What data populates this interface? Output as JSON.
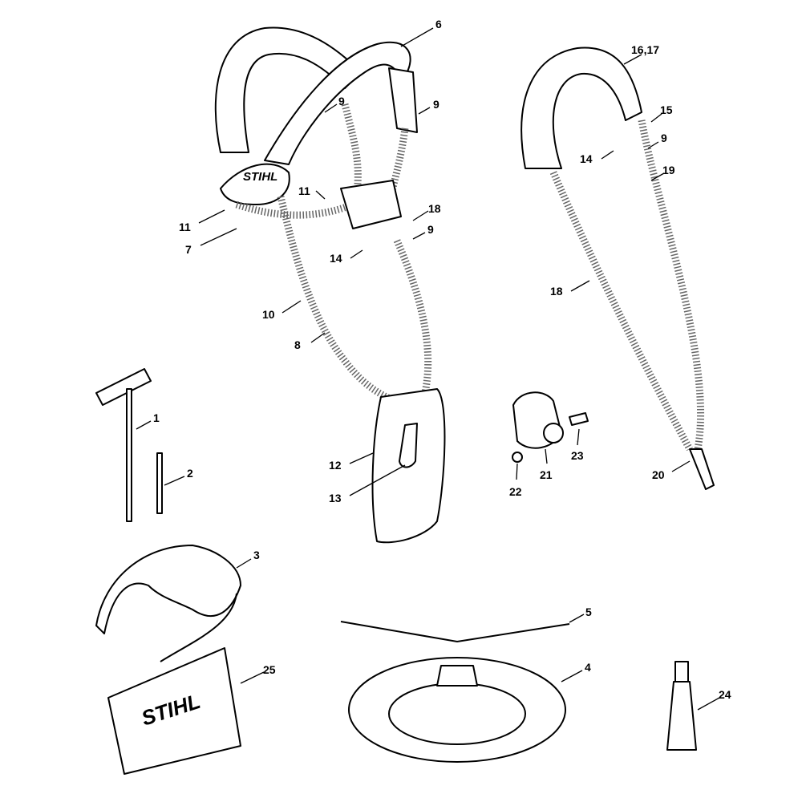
{
  "diagram": {
    "logo_text": "STIHL",
    "callouts": [
      {
        "id": "c6",
        "label": "6"
      },
      {
        "id": "c16",
        "label": "16,17"
      },
      {
        "id": "c9a",
        "label": "9"
      },
      {
        "id": "c9b",
        "label": "9"
      },
      {
        "id": "c15",
        "label": "15"
      },
      {
        "id": "c9c",
        "label": "9"
      },
      {
        "id": "c14a",
        "label": "14"
      },
      {
        "id": "c19",
        "label": "19"
      },
      {
        "id": "c11a",
        "label": "11"
      },
      {
        "id": "c18a",
        "label": "18"
      },
      {
        "id": "c11b",
        "label": "11"
      },
      {
        "id": "c9d",
        "label": "9"
      },
      {
        "id": "c7",
        "label": "7"
      },
      {
        "id": "c14b",
        "label": "14"
      },
      {
        "id": "c18b",
        "label": "18"
      },
      {
        "id": "c10",
        "label": "10"
      },
      {
        "id": "c8",
        "label": "8"
      },
      {
        "id": "c1",
        "label": "1"
      },
      {
        "id": "c23",
        "label": "23"
      },
      {
        "id": "c2",
        "label": "2"
      },
      {
        "id": "c12",
        "label": "12"
      },
      {
        "id": "c21",
        "label": "21"
      },
      {
        "id": "c20",
        "label": "20"
      },
      {
        "id": "c22",
        "label": "22"
      },
      {
        "id": "c13",
        "label": "13"
      },
      {
        "id": "c3",
        "label": "3"
      },
      {
        "id": "c5",
        "label": "5"
      },
      {
        "id": "c25",
        "label": "25"
      },
      {
        "id": "c4",
        "label": "4"
      },
      {
        "id": "c24",
        "label": "24"
      }
    ]
  }
}
